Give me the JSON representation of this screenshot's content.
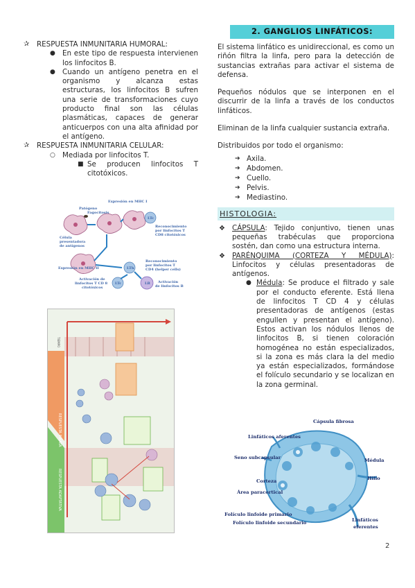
{
  "left": {
    "humoral_title": "RESPUESTA INMUNITARIA HUMORAL:",
    "humoral_items": [
      "En este tipo de respuesta intervienen los linfocitos B.",
      "Cuando un antígeno penetra en el organismo y alcanza estas estructuras, los linfocitos B sufren una serie de transformaciones cuyo producto final son las células plasmáticas, capaces de generar anticuerpos con una alta afinidad por el antígeno."
    ],
    "celular_title": "RESPUESTA INMUNITARIA CELULAR:",
    "celular_item": "Mediada por linfocitos T.",
    "celular_subitem": "Se producen linfocitos T citotóxicos."
  },
  "fig1": {
    "labels": {
      "mhc1": "Expresión en MHC I",
      "patogeno": "Patógeno",
      "fagocitosis": "Fagocitosis",
      "celula": "Célula",
      "presentadora": "presentadora",
      "antigenos": "de antígenos",
      "tc": "LTc",
      "recon_t1": "Reconocimiento",
      "recon_t2": "por linfocitos T",
      "recon_t3": "CD8 citotóxicos",
      "mhc2": "Expresión en MHC II",
      "th": "LTh",
      "recon_h1": "Reconocimiento",
      "recon_h2": "por linfocitos T",
      "recon_h3": "CD4 (helper cells)",
      "act_t1": "Activación de",
      "act_t2": "linfocitos T CD 8",
      "act_t3": "citotóxicos",
      "ltc": "LTc",
      "lb": "LB",
      "act_b1": "Activación",
      "act_b2": "de linfocitos B"
    }
  },
  "fig2": {
    "labels": {
      "innate": "RESPUESTA INNATA",
      "adaptive": "RESPUESTA ADAPTATIVA",
      "time": "TIEMPO"
    }
  },
  "right": {
    "section_title": "2.  GANGLIOS LINFÁTICOS:",
    "p1": "El sistema linfático es unidireccional, es como un riñón filtra la linfa, pero para la detección de sustancias extrañas para activar el sistema de defensa.",
    "p2": "Pequeños nódulos que se interponen en el discurrir de la linfa a través de los conductos linfáticos.",
    "p3": "Eliminan de la linfa cualquier sustancia extraña.",
    "p4": "Distribuidos por todo el organismo:",
    "places": [
      "Axila.",
      "Abdomen.",
      "Cuello.",
      "Pelvis.",
      "Mediastino."
    ],
    "histologia": "HISTOLOGIA:",
    "capsula_term": "CÁPSULA",
    "capsula_text": ": Tejido conjuntivo, tienen unas pequeñas trabéculas que proporciona sostén, dan como una estructura interna.",
    "parenquima_term": "PARÉNQUIMA (CORTEZA Y MÉDULA)",
    "parenquima_text": ": Linfocitos y células presentadoras de antígenos.",
    "medula_term": "Médula",
    "medula_text": ": Se produce el filtrado y sale por el conducto eferente. Está llena de linfocitos T CD 4 y células presentadoras de antígenos (estas engullen y presentan el antígeno). Estos activan los nódulos llenos de linfocitos B, si tienen coloración homogénea no están especializados, si la zona es más clara la del medio ya están especializados, formándose el folículo secundario y se localizan en la zona germinal."
  },
  "fig3": {
    "labels": {
      "capsula": "Cápsula fibrosa",
      "aferentes": "Linfáticos aferentes",
      "medula": "Médula",
      "subcapsular": "Seno subcapsular",
      "hilio": "Hilio",
      "corteza": "Corteza",
      "paracortical": "Área paracortical",
      "primario": "Folículo linfoide primario",
      "secundario": "Folículo linfoide secundario",
      "eferentes1": "Linfáticos",
      "eferentes2": "eferentes"
    }
  },
  "page_number": "2",
  "colors": {
    "heading_bg": "#55cfd8",
    "histologia_bg": "#d2f0f2",
    "node_blue": "#6fb6dc"
  }
}
